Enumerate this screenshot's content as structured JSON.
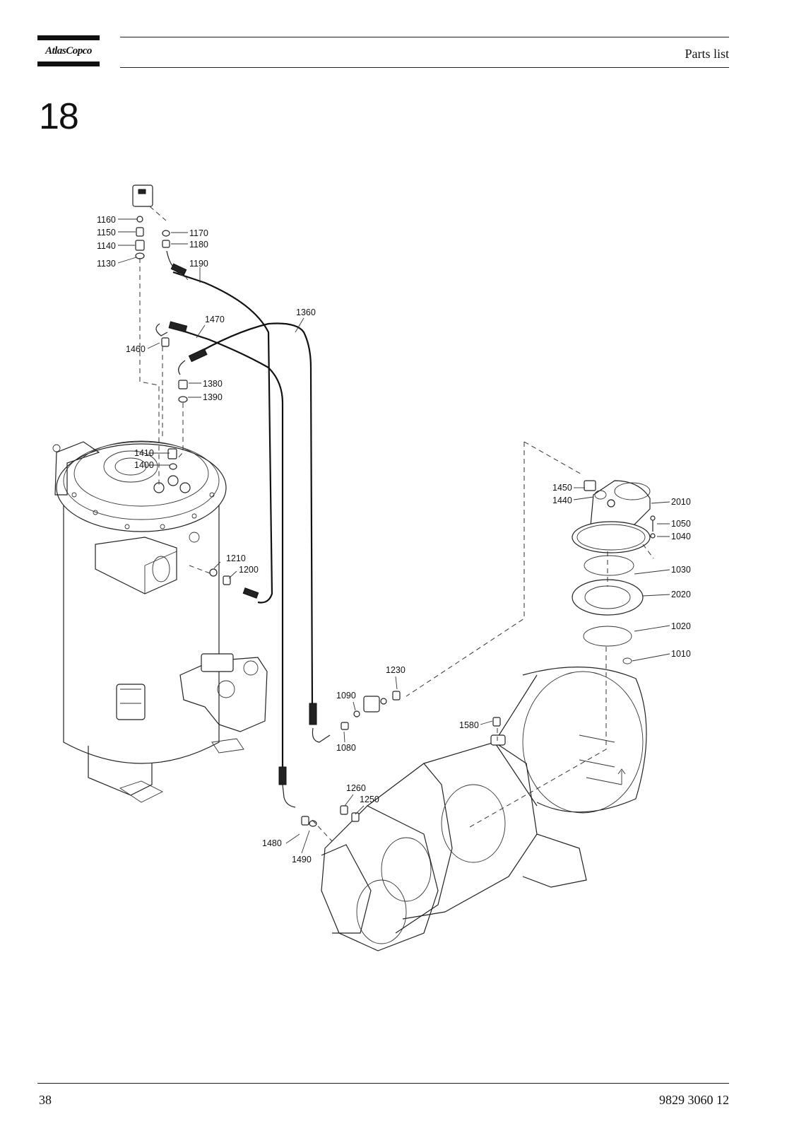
{
  "header": {
    "brand": "AtlasCopco",
    "section": "Parts list"
  },
  "chapter": "18",
  "footer": {
    "page": "38",
    "document": "9829 3060 12"
  },
  "callouts": [
    "1160",
    "1150",
    "1140",
    "1130",
    "1170",
    "1180",
    "1190",
    "1470",
    "1360",
    "1460",
    "1380",
    "1390",
    "1410",
    "1400",
    "1210",
    "1200",
    "1450",
    "1440",
    "2010",
    "1050",
    "1040",
    "1030",
    "2020",
    "1020",
    "1010",
    "1230",
    "1090",
    "1080",
    "1580",
    "1260",
    "1250",
    "1480",
    "1490"
  ]
}
